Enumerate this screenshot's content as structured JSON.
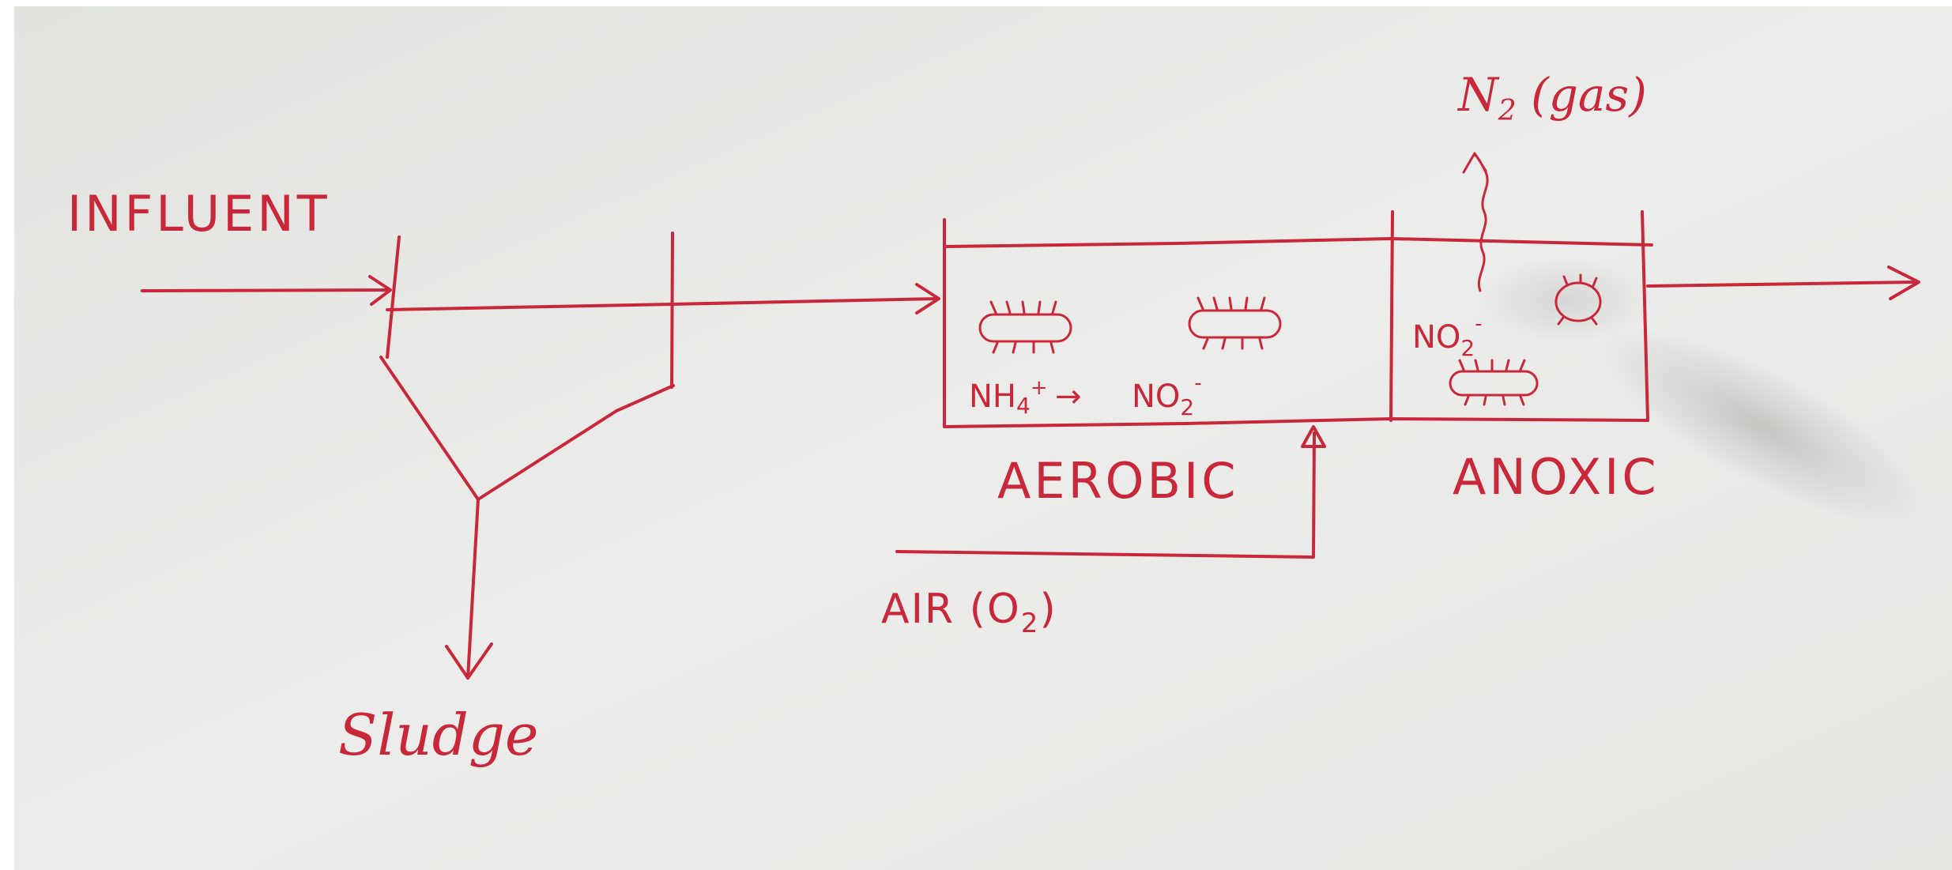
{
  "diagram": {
    "labels": {
      "influent": "INFLUENT",
      "sludge": "Sludge",
      "aerobic": "AEROBIC",
      "anoxic": "ANOXIC",
      "air": "AIR (O",
      "air_sub": "2",
      "air_close": ")",
      "n2_gas": "N",
      "n2_sub": "2",
      "n2_rest": " (gas)",
      "reaction_left": "NH",
      "reaction_left_sub": "4",
      "reaction_left_sup": "+",
      "reaction_arrow": "→",
      "reaction_right": "NO",
      "reaction_right_sub": "2",
      "reaction_right_sup": "-",
      "anoxic_no2": "NO",
      "anoxic_no2_sub": "2",
      "anoxic_no2_sup": "-"
    },
    "colors": {
      "ink": "#c8283a",
      "paper": "#e6e6e2",
      "paper_edge": "#ffffff"
    }
  }
}
